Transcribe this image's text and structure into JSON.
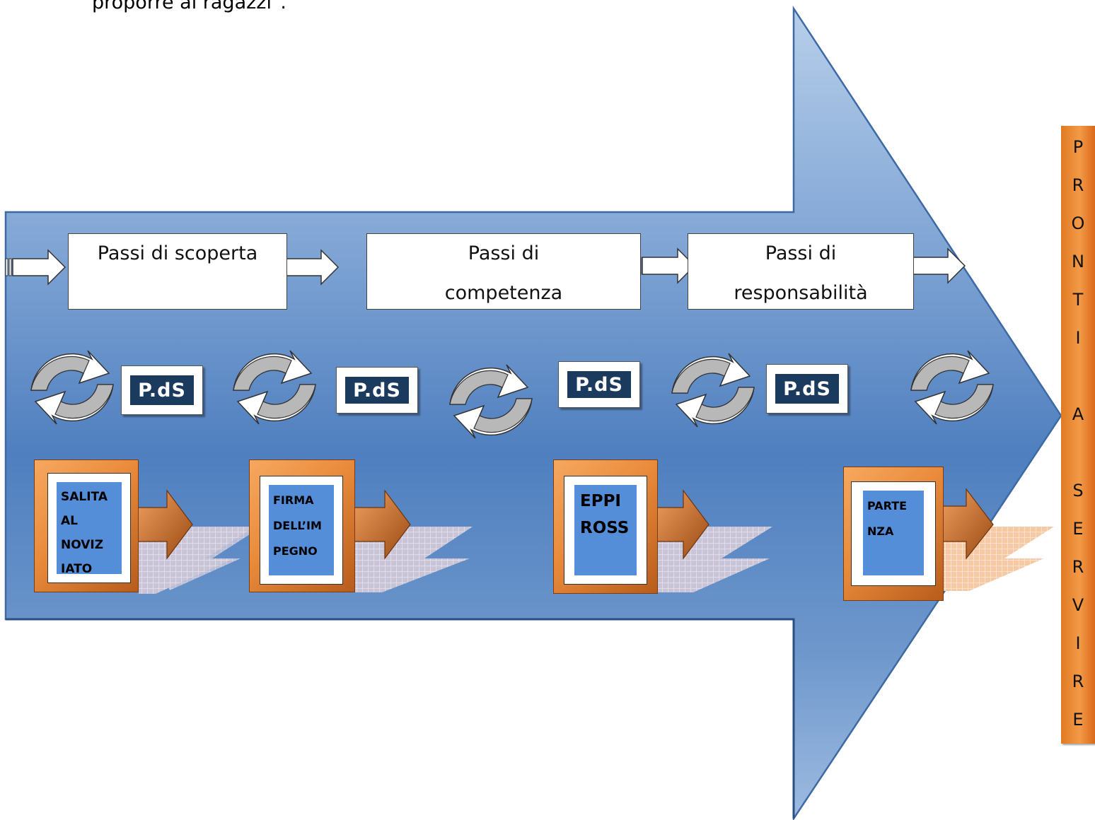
{
  "intro_text": "proporre ai ragazzi\".",
  "steps": [
    {
      "label": "Passi di scoperta"
    },
    {
      "label": "Passi di\ncompetenza"
    },
    {
      "label": "Passi di\nresponsabilità"
    }
  ],
  "pds_label": "P.dS",
  "milestones": [
    {
      "label": "SALITA\nAL\nNOVIZ\nIATO"
    },
    {
      "label": "FIRMA\nDELL’IM\nPEGNO"
    },
    {
      "label": "EPPI\nROSS"
    },
    {
      "label": "PARTE\nNZA"
    }
  ],
  "side_letters": [
    "P",
    "R",
    "O",
    "N",
    "T",
    "I",
    "",
    "A",
    "",
    "S",
    "E",
    "R",
    "V",
    "I",
    "R",
    "E"
  ],
  "colors": {
    "arrow_top": "#8fb1da",
    "arrow_mid": "#4f7fbf",
    "pds_fill": "#1a3a5e",
    "milestone_orange": "#e98a3a",
    "milestone_blue": "#558ed8",
    "side_orange": "#ee8a35"
  }
}
